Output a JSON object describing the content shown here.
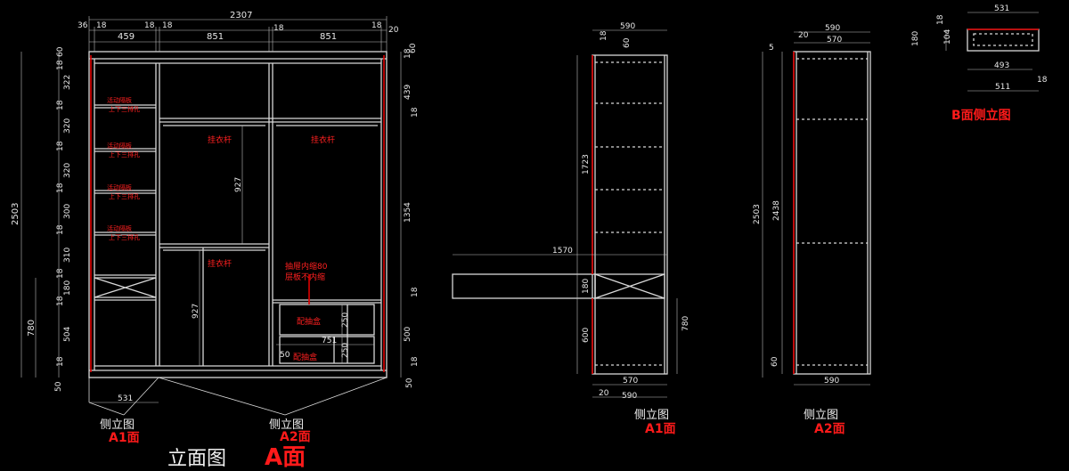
{
  "dimensions": {
    "top_total": "2307",
    "top_36": "36",
    "top_18a": "18",
    "top_18b": "18",
    "top_18c": "18",
    "top_18d": "18",
    "top_18e": "18",
    "top_20": "20",
    "top_459": "459",
    "top_851a": "851",
    "top_851b": "851",
    "left_60": "60",
    "left_18_1": "18",
    "left_322": "322",
    "left_18_2": "18",
    "left_320a": "320",
    "left_18_3": "18",
    "left_320b": "320",
    "left_18_4": "18",
    "left_300": "300",
    "left_18_5": "18",
    "left_310": "310",
    "left_18_6": "18",
    "left_180": "180",
    "left_18_7": "18",
    "left_504": "504",
    "left_18_8": "18",
    "left_50": "50",
    "left_total": "2503",
    "left_780": "780",
    "right_18a": "18",
    "right_60": "60",
    "right_439": "439",
    "right_18b": "18",
    "right_1354": "1354",
    "right_18c": "18",
    "right_500": "500",
    "right_18d": "18",
    "right_50": "50",
    "inner_927a": "927",
    "inner_927b": "927",
    "inner_250a": "250",
    "inner_250b": "250",
    "inner_751": "751",
    "inner_50": "50",
    "bottom_531": "531",
    "s1_590top": "590",
    "s1_18": "18",
    "s1_60": "60",
    "s1_1723": "1723",
    "s1_1570": "1570",
    "s1_180": "180",
    "s1_600": "600",
    "s1_780": "780",
    "s1_570": "570",
    "s1_20": "20",
    "s1_590bot": "590",
    "s2_590top": "590",
    "s2_20": "20",
    "s2_570": "570",
    "s2_5": "5",
    "s2_2503": "2503",
    "s2_2438": "2438",
    "s2_60": "60",
    "s2_590bot": "590",
    "s3_531": "531",
    "s3_180": "180",
    "s3_18": "18",
    "s3_104": "104",
    "s3_18b": "18",
    "s3_493": "493",
    "s3_511": "511"
  },
  "annotations": {
    "shelf_note_1a": "活动隔板",
    "shelf_note_1b": "上下三排孔",
    "shelf_note_2a": "活动隔板",
    "shelf_note_2b": "上下三排孔",
    "shelf_note_3a": "活动隔板",
    "shelf_note_3b": "上下三排孔",
    "shelf_note_4a": "活动隔板",
    "shelf_note_4b": "上下三排孔",
    "hang_rod_1": "挂衣杆",
    "hang_rod_2": "挂衣杆",
    "hang_rod_3": "挂衣杆",
    "drawer_note_1": "抽屉内缩80",
    "drawer_note_2": "层板不内缩",
    "drawer_a": "配抽盒",
    "drawer_b": "配抽盒"
  },
  "labels": {
    "side_view_1": "侧立图",
    "face_a1": "A1面",
    "side_view_2": "侧立图",
    "face_a2": "A2面",
    "side_view_3": "侧立图",
    "face_a1_b": "A1面",
    "side_view_4": "侧立图",
    "face_a2_b": "A2面",
    "b_side_view": "B面侧立图",
    "title_main": "立面图",
    "title_face": "A面"
  }
}
